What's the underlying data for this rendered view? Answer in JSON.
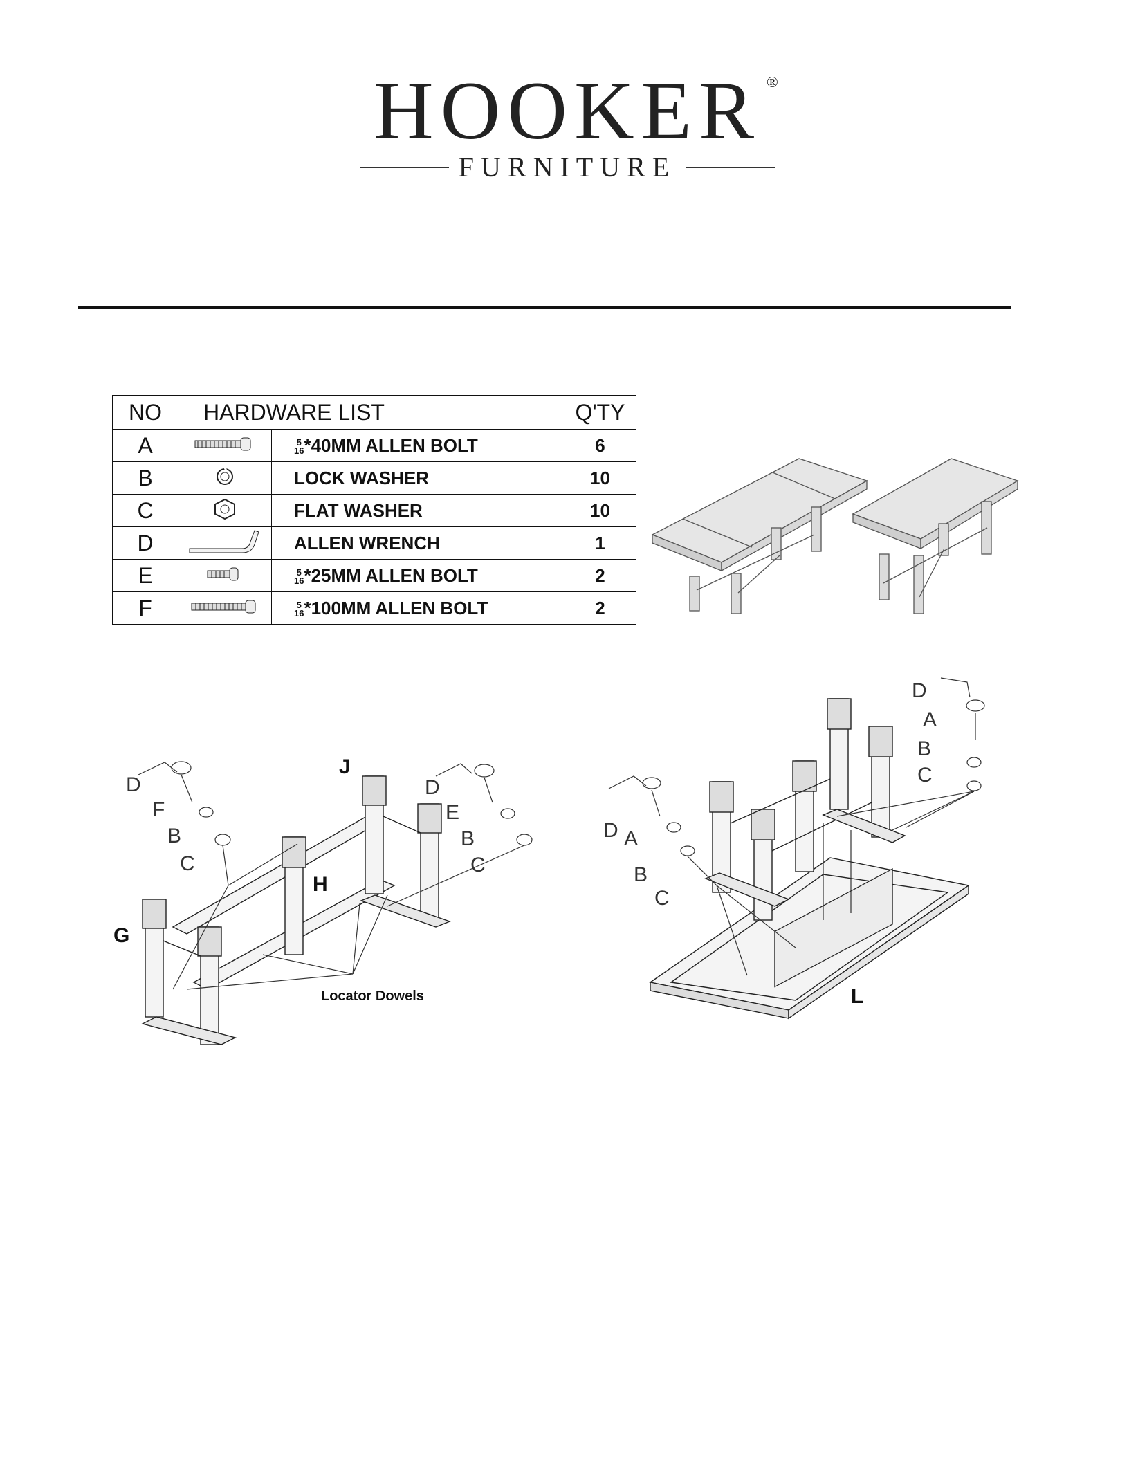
{
  "logo": {
    "brand": "HOOKER",
    "registered": "®",
    "subtitle": "FURNITURE"
  },
  "hardware": {
    "headers": {
      "no": "NO",
      "list": "HARDWARE LIST",
      "qty": "Q'TY"
    },
    "fraction": {
      "num": "5",
      "den": "16"
    },
    "rows": [
      {
        "no": "A",
        "icon": "long-bolt-icon",
        "name": "*40MM ALLEN BOLT",
        "fraction": true,
        "qty": "6"
      },
      {
        "no": "B",
        "icon": "lock-washer-icon",
        "name": "LOCK WASHER",
        "fraction": false,
        "qty": "10"
      },
      {
        "no": "C",
        "icon": "flat-washer-icon",
        "name": "FLAT WASHER",
        "fraction": false,
        "qty": "10"
      },
      {
        "no": "D",
        "icon": "allen-wrench-icon",
        "name": "ALLEN WRENCH",
        "fraction": false,
        "qty": "1"
      },
      {
        "no": "E",
        "icon": "short-bolt-icon",
        "name": "*25MM ALLEN BOLT",
        "fraction": true,
        "qty": "2"
      },
      {
        "no": "F",
        "icon": "extra-long-bolt-icon",
        "name": "*100MM ALLEN BOLT",
        "fraction": true,
        "qty": "2"
      }
    ]
  },
  "diagram1": {
    "labels": {
      "d1": "D",
      "f": "F",
      "b1": "B",
      "c1": "C",
      "j": "J",
      "h": "H",
      "g": "G",
      "d2": "D",
      "e": "E",
      "b2": "B",
      "c2": "C",
      "dowels": "Locator Dowels"
    }
  },
  "diagram2": {
    "labels": {
      "d1": "D",
      "a1": "A",
      "b1": "B",
      "c1": "C",
      "d2": "D",
      "a2": "A",
      "b2": "B",
      "c2": "C",
      "l": "L"
    }
  }
}
